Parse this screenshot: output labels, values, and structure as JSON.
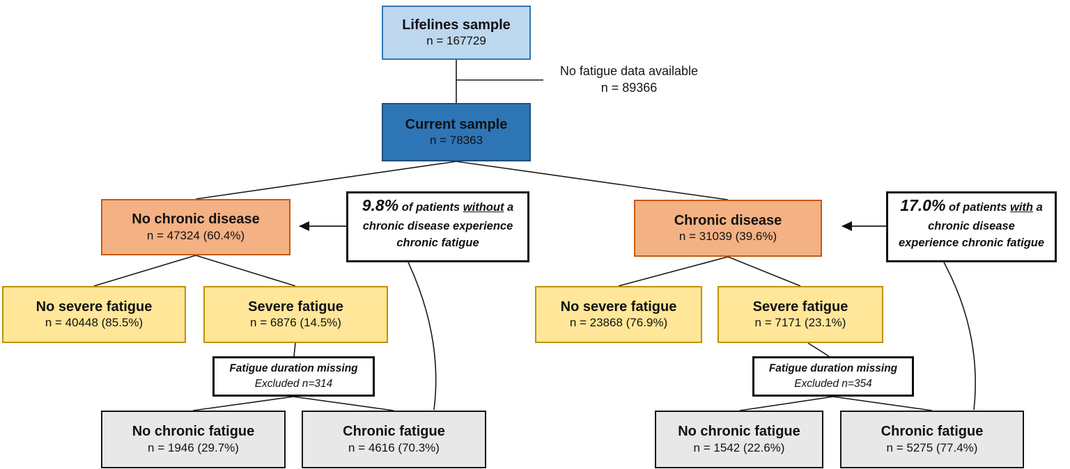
{
  "colors": {
    "blue_light_fill": "#BDD7EE",
    "blue_light_border": "#2E75B6",
    "blue_dark_fill": "#2E75B6",
    "blue_dark_border": "#1F4E79",
    "orange_fill": "#F4B183",
    "orange_border": "#C55A11",
    "yellow_fill": "#FFE699",
    "yellow_border": "#BF9000",
    "gray_fill": "#E9E8E8",
    "line_color": "#1a1a1a"
  },
  "flowchart": {
    "root": {
      "title": "Lifelines sample",
      "n": "n = 167729"
    },
    "excluded_note": {
      "line1": "No fatigue data available",
      "line2": "n = 89366"
    },
    "current": {
      "title": "Current sample",
      "n": "n = 78363"
    },
    "branch_no_cd": {
      "node": {
        "title": "No chronic disease",
        "n": "n = 47324 (60.4%)"
      },
      "annotation": {
        "pct": "9.8%",
        "t1": "of patients",
        "emph": "without",
        "t2": "a chronic disease experience chronic fatigue"
      },
      "no_severe": {
        "title": "No severe fatigue",
        "n": "n = 40448 (85.5%)"
      },
      "severe": {
        "title": "Severe fatigue",
        "n": "n = 6876 (14.5%)"
      },
      "missing": {
        "line1": "Fatigue duration missing",
        "line2": "Excluded n=314"
      },
      "no_cf": {
        "title": "No chronic fatigue",
        "n": "n = 1946 (29.7%)"
      },
      "cf": {
        "title": "Chronic fatigue",
        "n": "n = 4616 (70.3%)"
      }
    },
    "branch_cd": {
      "node": {
        "title": "Chronic disease",
        "n": "n = 31039 (39.6%)"
      },
      "annotation": {
        "pct": "17.0%",
        "t1": "of patients",
        "emph": "with",
        "t2": "a chronic disease experience chronic fatigue"
      },
      "no_severe": {
        "title": "No severe fatigue",
        "n": "n = 23868 (76.9%)"
      },
      "severe": {
        "title": "Severe fatigue",
        "n": "n = 7171 (23.1%)"
      },
      "missing": {
        "line1": "Fatigue duration missing",
        "line2": "Excluded n=354"
      },
      "no_cf": {
        "title": "No chronic fatigue",
        "n": "n = 1542 (22.6%)"
      },
      "cf": {
        "title": "Chronic fatigue",
        "n": "n = 5275 (77.4%)"
      }
    }
  }
}
